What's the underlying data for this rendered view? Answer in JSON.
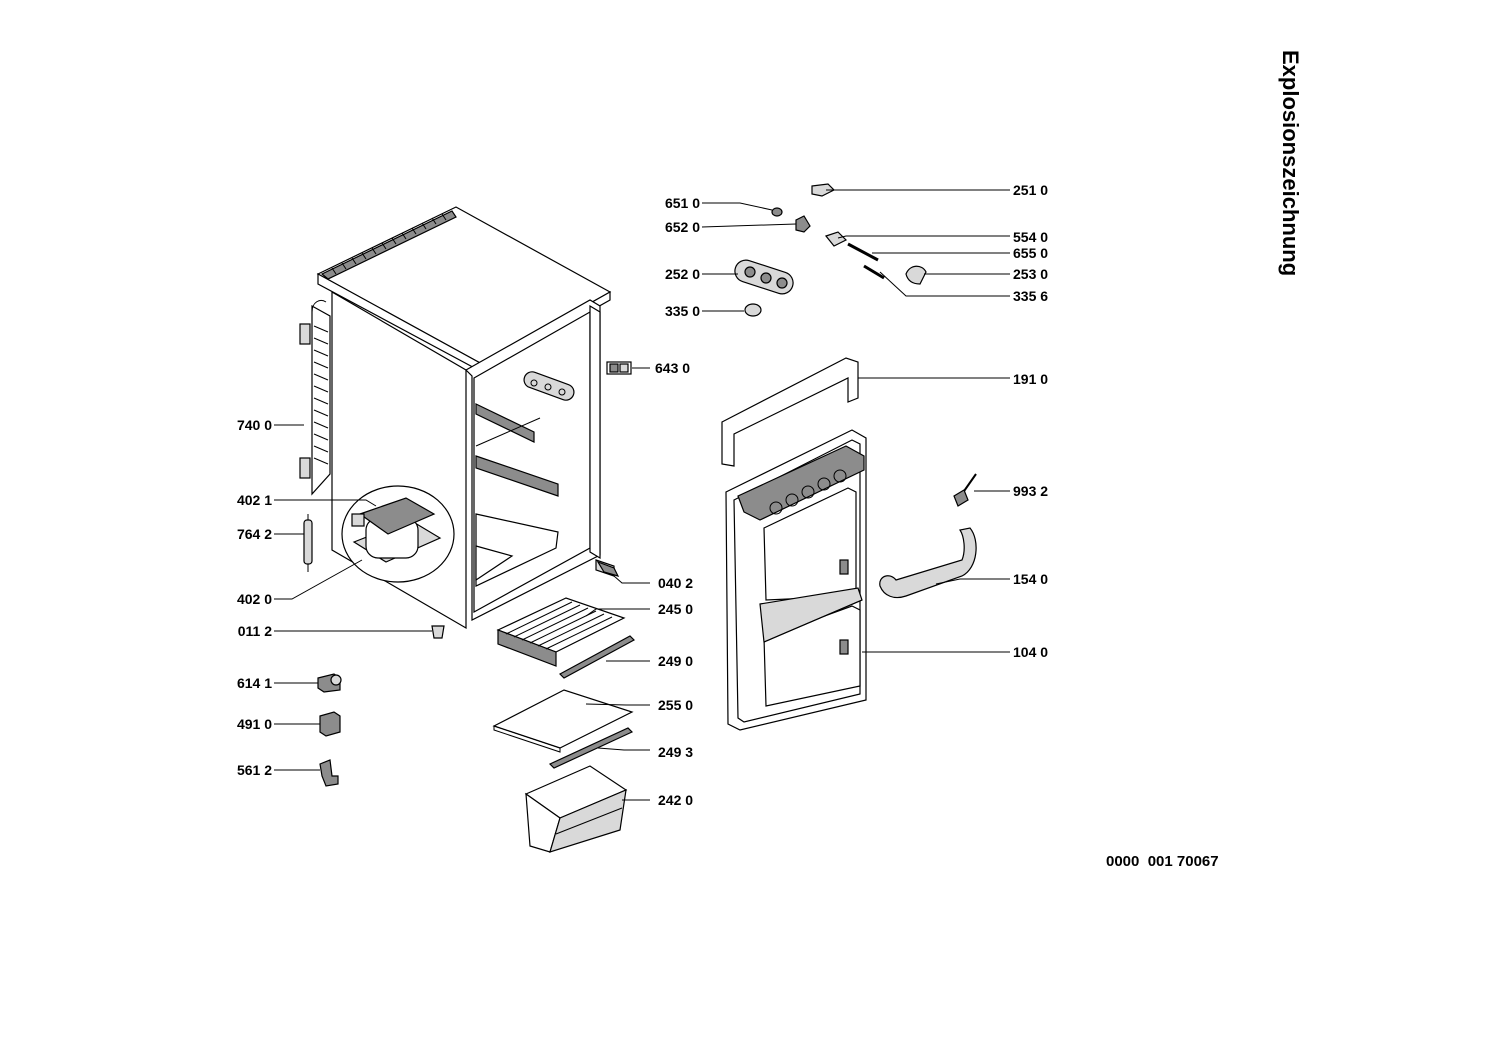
{
  "title": "Explosionszeichnung",
  "document_number": "0000  001 70067",
  "callouts": {
    "c251_0": "251 0",
    "c651_0": "651 0",
    "c652_0": "652 0",
    "c554_0": "554 0",
    "c655_0": "655 0",
    "c252_0": "252 0",
    "c253_0": "253 0",
    "c335_6": "335 6",
    "c335_0": "335 0",
    "c643_0": "643 0",
    "c191_0": "191 0",
    "c740_0": "740 0",
    "c993_2": "993 2",
    "c402_1": "402 1",
    "c764_2": "764 2",
    "c154_0": "154 0",
    "c040_2": "040 2",
    "c402_0": "402 0",
    "c245_0": "245 0",
    "c011_2": "011 2",
    "c104_0": "104 0",
    "c249_0": "249 0",
    "c614_1": "614 1",
    "c255_0": "255 0",
    "c491_0": "491 0",
    "c249_3": "249 3",
    "c561_2": "561 2",
    "c242_0": "242 0"
  }
}
